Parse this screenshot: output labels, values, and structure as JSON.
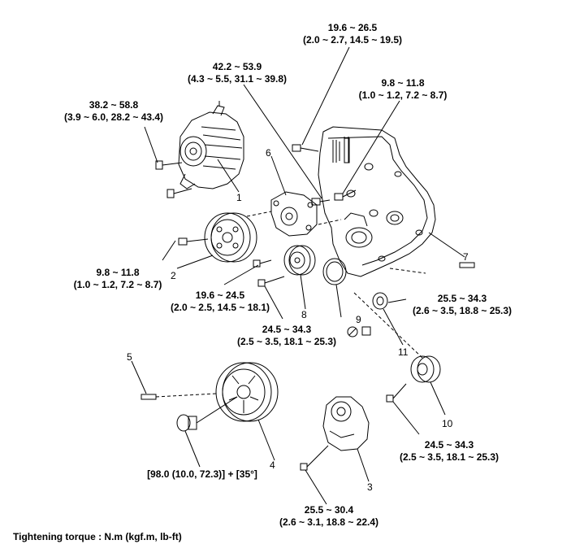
{
  "torques": {
    "t_top": {
      "line1": "19.6 ~ 26.5",
      "line2": "(2.0 ~ 2.7, 14.5 ~ 19.5)"
    },
    "t_idler_bolt": {
      "line1": "42.2 ~ 53.9",
      "line2": "(4.3 ~ 5.5, 31.1 ~ 39.8)"
    },
    "t_alternator": {
      "line1": "38.2 ~ 58.8",
      "line2": "(3.9 ~ 6.0, 28.2 ~ 43.4)"
    },
    "t_cover": {
      "line1": "9.8 ~ 11.8",
      "line2": "(1.0 ~ 1.2, 7.2 ~ 8.7)"
    },
    "t_pump_pulley": {
      "line1": "9.8 ~ 11.8",
      "line2": "(1.0 ~ 1.2, 7.2 ~ 8.7)"
    },
    "t_pump_body": {
      "line1": "19.6 ~ 24.5",
      "line2": "(2.0 ~ 2.5, 14.5 ~ 18.1)"
    },
    "t_idler_pulley": {
      "line1": "24.5 ~ 34.3",
      "line2": "(2.5 ~ 3.5, 18.1 ~ 25.3)"
    },
    "t_seal": {
      "line1": "25.5 ~ 34.3",
      "line2": "(2.6 ~ 3.5, 18.8 ~ 25.3)"
    },
    "t_pulley10": {
      "line1": "24.5 ~ 34.3",
      "line2": "(2.5 ~ 3.5, 18.1 ~ 25.3)"
    },
    "t_crank": {
      "line1": "[98.0 (10.0, 72.3)] + [35°]"
    },
    "t_tensioner": {
      "line1": "25.5 ~ 30.4",
      "line2": "(2.6 ~ 3.1, 18.8 ~ 22.4)"
    }
  },
  "part_numbers": [
    "1",
    "2",
    "3",
    "4",
    "5",
    "6",
    "7",
    "8",
    "9",
    "10",
    "11"
  ],
  "footer": "Tightening torque : N.m (kgf.m, lb-ft)",
  "colors": {
    "line": "#000000",
    "background": "#ffffff"
  }
}
